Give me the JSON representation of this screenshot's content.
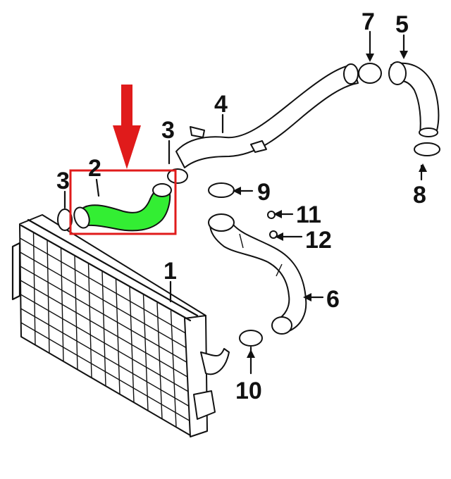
{
  "labels": {
    "l1": "1",
    "l2": "2",
    "l3a": "3",
    "l3b": "3",
    "l4": "4",
    "l5": "5",
    "l6": "6",
    "l7": "7",
    "l8": "8",
    "l9": "9",
    "l10": "10",
    "l11": "11",
    "l12": "12"
  },
  "highlight": {
    "box_color": "#e01b1b",
    "part_color": "#33ee33",
    "arrow_color": "#e01b1b"
  }
}
